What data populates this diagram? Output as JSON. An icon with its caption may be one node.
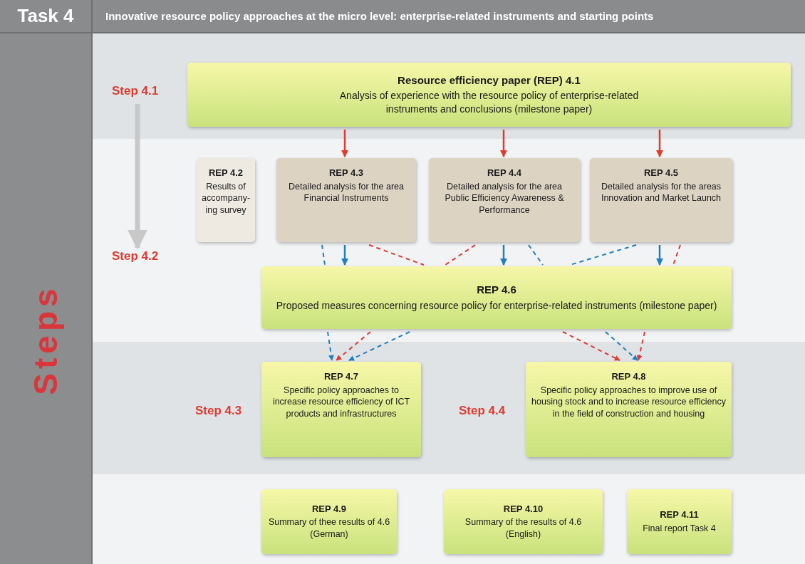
{
  "diagram": {
    "title": "Innovative resource policy approaches at the micro level:  enterprise-related instruments and starting points",
    "nodes": [
      {
        "text": [
          "Step 4.1"
        ]
      },
      {
        "text": [
          "Resource efficiency paper (REP)  4.1",
          "Analysis of experience with the resource policy of enterprise-related instruments and conclusions (milestone paper)"
        ]
      },
      {
        "text": [
          "REP 4.2",
          "Results of accompany-ing survey"
        ]
      },
      {
        "text": [
          "REP 4.3",
          "Detailed analysis for the area Financial Instruments"
        ]
      },
      {
        "text": [
          "REP 4.4",
          "Detailed analysis for the area Public Efficiency Awareness & Performance"
        ]
      },
      {
        "text": [
          "REP 4.5",
          "Detailed analysis for the areas Innovation and Market Launch"
        ]
      },
      {
        "text": [
          "Step 4.2"
        ]
      },
      {
        "text": [
          "REP 4.6",
          "Proposed measures concerning resource policy for enterprise-related instruments (milestone paper)"
        ]
      },
      {
        "text": [
          "Step 4.3"
        ]
      },
      {
        "text": [
          "REP 4.7",
          "Specific policy approaches to increase resource efficiency of ICT products and infrastructures"
        ]
      },
      {
        "text": [
          "Step 4.4"
        ]
      },
      {
        "text": [
          "REP 4.8",
          "Specific policy approaches to improve use of housing stock and to increase resource efficiency in the field of construction and housing"
        ]
      },
      {
        "text": [
          "REP 4.9",
          "Summary of thee results of 4.6 (German)"
        ]
      },
      {
        "text": [
          "REP 4.10",
          "Summary of the results of 4.6 (English)"
        ]
      },
      {
        "text": [
          "REP 4.11",
          "Final report Task 4"
        ]
      }
    ],
    "edges": [
      {
        "from": 0,
        "to": 6,
        "arrow": "to",
        "style": "thick",
        "color": "#c8c8c8"
      },
      {
        "from": 1,
        "to": 3,
        "arrow": "to"
      },
      {
        "from": 1,
        "to": 4,
        "arrow": "to"
      },
      {
        "from": 1,
        "to": 5,
        "arrow": "to"
      },
      {
        "from": 3,
        "to": 7,
        "arrow": "to",
        "color": "#1f7fc4"
      },
      {
        "from": 4,
        "to": 7,
        "arrow": "to",
        "color": "#1f7fc4"
      },
      {
        "from": 5,
        "to": 7,
        "arrow": "to",
        "color": "#1f7fc4"
      },
      {
        "from": 3,
        "to": 7,
        "arrow": "none",
        "style": "dashed",
        "color": "#1f7fc4"
      },
      {
        "from": 3,
        "to": 7,
        "arrow": "none",
        "style": "dashed"
      },
      {
        "from": 4,
        "to": 7,
        "arrow": "none",
        "style": "dashed"
      },
      {
        "from": 4,
        "to": 7,
        "arrow": "none",
        "style": "dashed",
        "color": "#1f7fc4"
      },
      {
        "from": 5,
        "to": 7,
        "arrow": "none",
        "style": "dashed",
        "color": "#1f7fc4"
      },
      {
        "from": 5,
        "to": 7,
        "arrow": "none",
        "style": "dashed"
      },
      {
        "from": 7,
        "to": 9,
        "arrow": "to",
        "style": "dashed",
        "color": "#1f7fc4"
      },
      {
        "from": 7,
        "to": 9,
        "arrow": "to",
        "style": "dashed"
      },
      {
        "from": 7,
        "to": 9,
        "arrow": "to",
        "style": "dashed",
        "color": "#1f7fc4"
      },
      {
        "from": 7,
        "to": 11,
        "arrow": "to",
        "style": "dashed"
      },
      {
        "from": 7,
        "to": 11,
        "arrow": "to",
        "style": "dashed",
        "color": "#1f7fc4"
      },
      {
        "from": 7,
        "to": 11,
        "arrow": "to",
        "style": "dashed"
      }
    ],
    "labels": [
      "Task 4",
      "Steps"
    ]
  }
}
